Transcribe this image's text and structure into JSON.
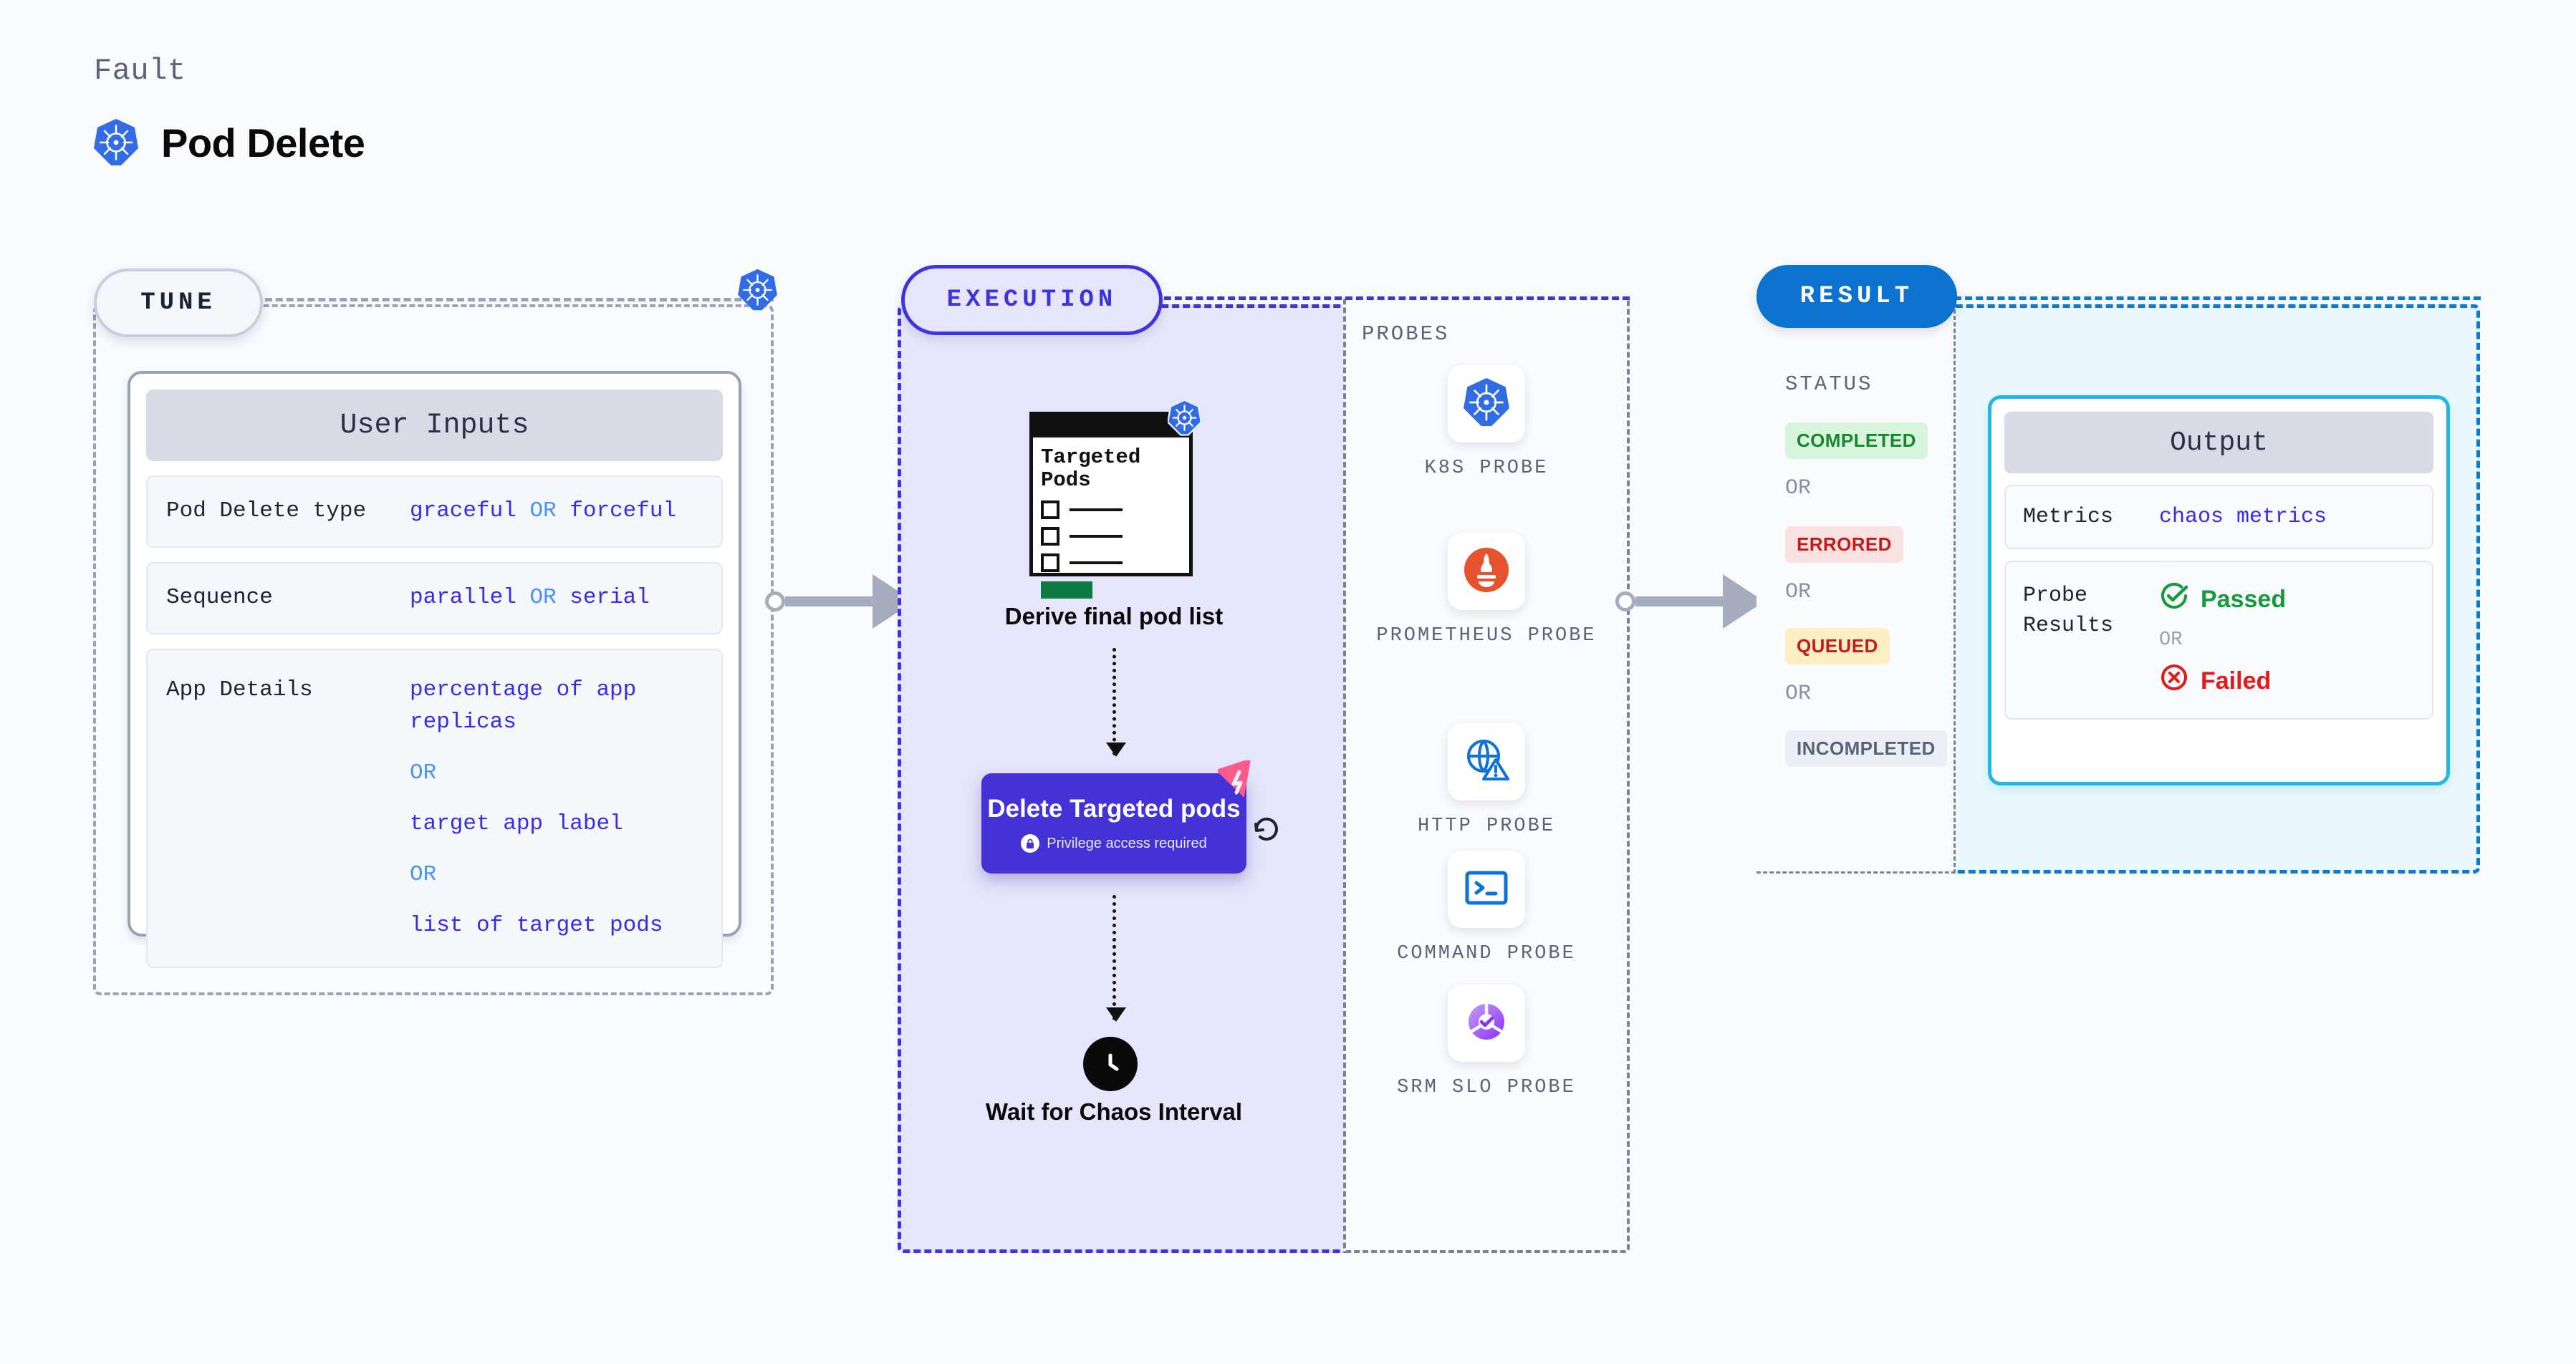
{
  "header": {
    "fault_label": "Fault",
    "fault_title": "Pod Delete",
    "fault_icon": "kubernetes-icon"
  },
  "tune": {
    "pill_label": "TUNE",
    "edge_icon": "kubernetes-icon",
    "card": {
      "title": "User Inputs",
      "rows": [
        {
          "key": "Pod Delete type",
          "values": [
            "graceful",
            "forceful"
          ],
          "separator": "OR"
        },
        {
          "key": "Sequence",
          "values": [
            "parallel",
            "serial"
          ],
          "separator": "OR"
        },
        {
          "key": "App Details",
          "values": [
            "percentage of app replicas",
            "target app label",
            "list of target pods"
          ],
          "separator": "OR"
        }
      ]
    }
  },
  "connectors": [
    {
      "name": "tune-to-execution"
    },
    {
      "name": "execution-to-result"
    }
  ],
  "execution": {
    "pill_label": "EXECUTION",
    "nodes": {
      "targeted_pods": {
        "title": "Targeted Pods",
        "badge_icon": "kubernetes-icon",
        "caption": "Derive final pod list"
      },
      "delete_pods": {
        "label": "Delete Targeted pods",
        "privilege_text": "Privilege access required",
        "privilege_icon": "lock-icon",
        "corner_icon": "harness-fault-icon",
        "retry_icon": "retry-icon"
      },
      "wait": {
        "icon": "clock-icon",
        "caption": "Wait for Chaos Interval"
      }
    },
    "probes": {
      "label": "PROBES",
      "items": [
        {
          "name": "K8S PROBE",
          "icon": "kubernetes-icon"
        },
        {
          "name": "PROMETHEUS PROBE",
          "icon": "prometheus-icon"
        },
        {
          "name": "HTTP PROBE",
          "icon": "http-globe-warning-icon"
        },
        {
          "name": "COMMAND PROBE",
          "icon": "terminal-icon"
        },
        {
          "name": "SRM SLO PROBE",
          "icon": "srm-slo-donut-check-icon"
        }
      ]
    }
  },
  "result": {
    "pill_label": "RESULT",
    "status": {
      "label": "STATUS",
      "separator": "OR",
      "badges": [
        {
          "text": "COMPLETED",
          "bg": "#d6f5dc",
          "fg": "#18852f"
        },
        {
          "text": "ERRORED",
          "bg": "#fbe2e2",
          "fg": "#c51b1b"
        },
        {
          "text": "QUEUED",
          "bg": "#fdeec4",
          "fg": "#c51b1b"
        },
        {
          "text": "INCOMPLETED",
          "bg": "#eceef5",
          "fg": "#5b6377"
        }
      ]
    },
    "output": {
      "title": "Output",
      "rows": [
        {
          "key": "Metrics",
          "value": "chaos metrics"
        },
        {
          "key": "Probe Results",
          "pass": "Passed",
          "fail": "Failed",
          "separator": "OR",
          "pass_icon": "check-circle-icon",
          "fail_icon": "x-circle-icon"
        }
      ]
    }
  },
  "colors": {
    "brand_purple": "#4432d6",
    "brand_blue": "#0b72cf",
    "k8s_blue": "#326ce5",
    "prometheus_orange": "#e6522c",
    "accent_cyan": "#1fb6e8",
    "pass_green": "#179a3d",
    "fail_red": "#e01b1b",
    "fault_pink": "#fb5a8c"
  }
}
